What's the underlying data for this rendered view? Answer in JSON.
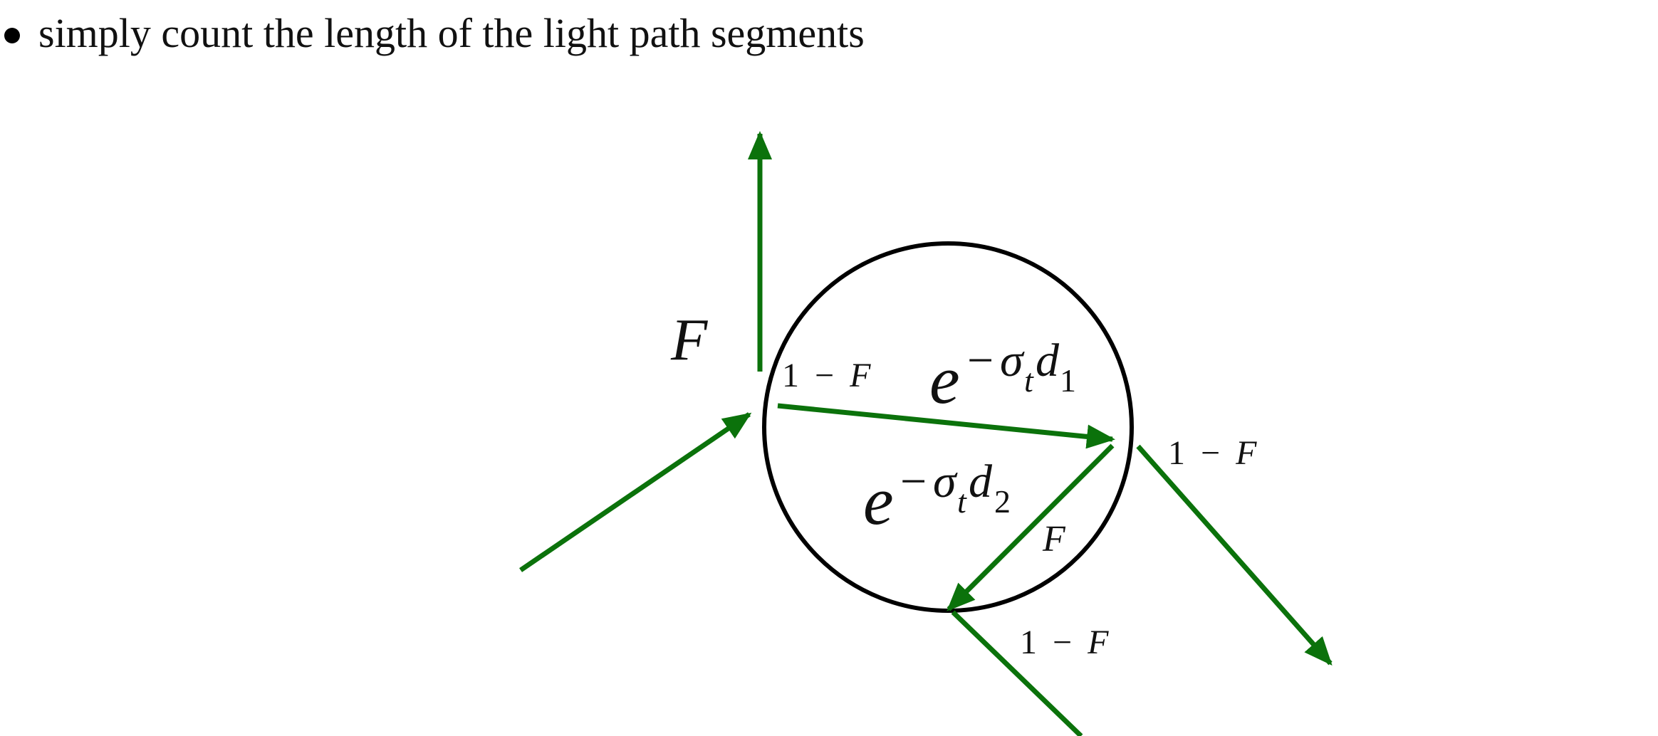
{
  "bullet": {
    "text": "simply count the length of the light path segments"
  },
  "diagram": {
    "colors": {
      "arrow": "#0b720b",
      "circle": "#000000"
    },
    "labels": {
      "reflect_big": "F",
      "one_minus_f_entry": {
        "one": "1",
        "minus": "−",
        "f": "F"
      },
      "one_minus_f_right": {
        "one": "1",
        "minus": "−",
        "f": "F"
      },
      "one_minus_f_bottom": {
        "one": "1",
        "minus": "−",
        "f": "F"
      },
      "internal_reflect": "F",
      "atten_1": {
        "base": "e",
        "minus": "−",
        "sigma": "σ",
        "sub_t": "t",
        "d": "d",
        "sub_n": "1"
      },
      "atten_2": {
        "base": "e",
        "minus": "−",
        "sigma": "σ",
        "sub_t": "t",
        "d": "d",
        "sub_n": "2"
      }
    }
  }
}
